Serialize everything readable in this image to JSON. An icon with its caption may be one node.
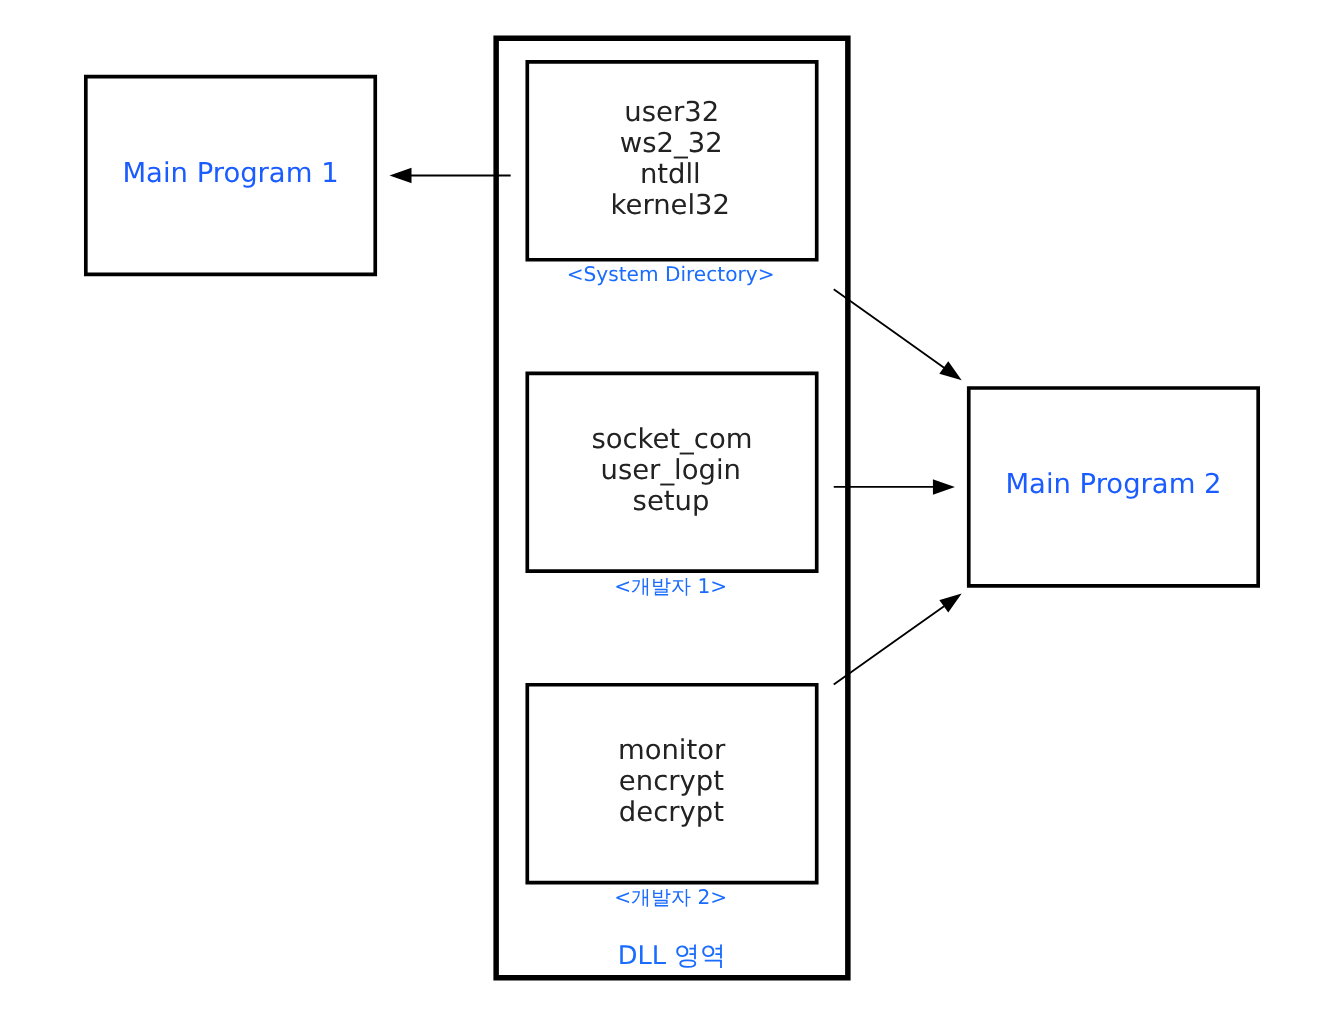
{
  "diagram": {
    "nodes": [
      {
        "text": [
          "DLL 영역"
        ]
      },
      {
        "text": [
          "user32 ws2_32 ntdll kernel32"
        ],
        "beside": [
          "<System Directory>"
        ],
        "in": 0
      },
      {
        "text": [
          "socket_com user_login setup"
        ],
        "beside": [
          "<개발자 1>"
        ],
        "in": 0
      },
      {
        "text": [
          "monitor encrypt decrypt"
        ],
        "beside": [
          "<개발자 2>"
        ],
        "in": 0
      },
      {
        "text": [
          "Main Program 1"
        ]
      },
      {
        "text": [
          "Main Program 2"
        ]
      }
    ],
    "edges": [
      {
        "from": 1,
        "to": 4,
        "arrow": "to"
      },
      {
        "from": 1,
        "to": 5,
        "arrow": "to"
      },
      {
        "from": 2,
        "to": 5,
        "arrow": "to"
      },
      {
        "from": 3,
        "to": 5,
        "arrow": "to"
      }
    ]
  }
}
